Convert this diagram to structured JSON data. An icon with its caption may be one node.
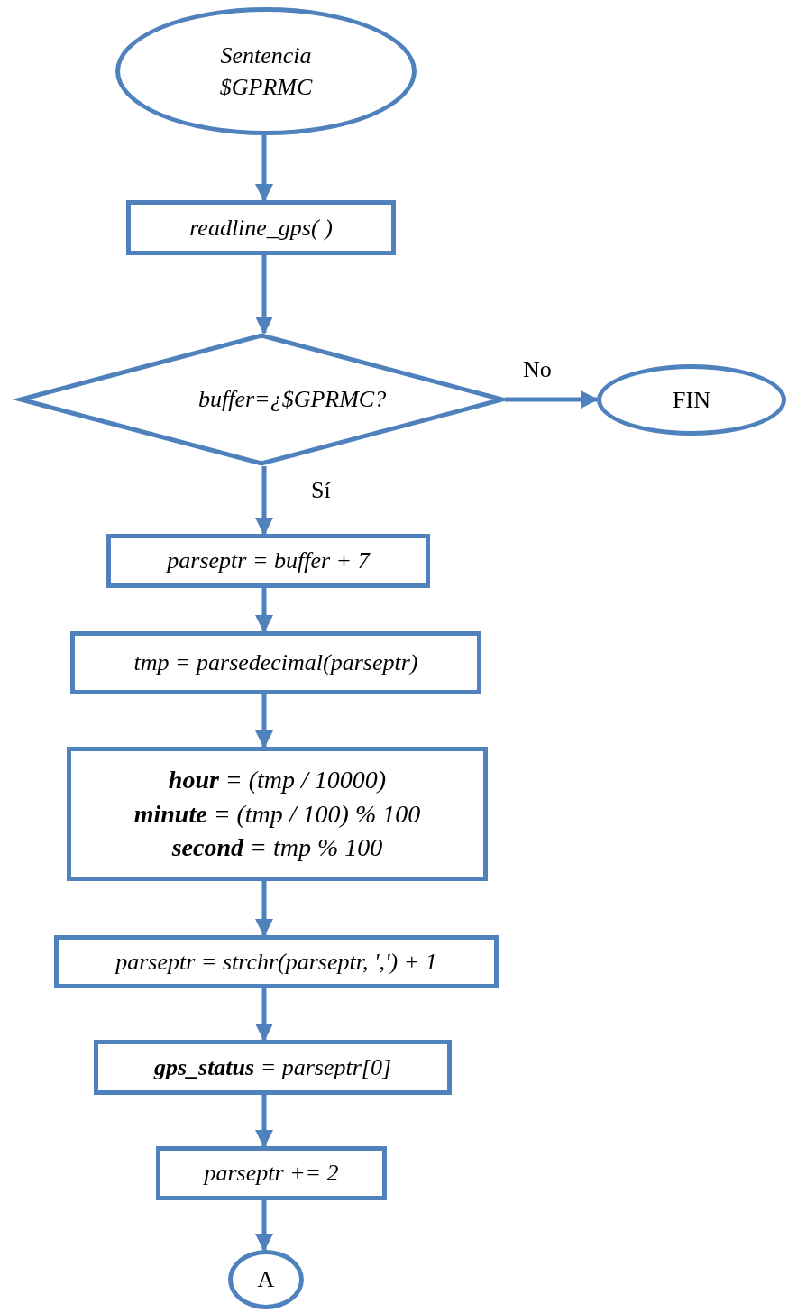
{
  "diagram": {
    "nodes": [
      {
        "text": [
          "Sentencia $GPRMC"
        ]
      },
      {
        "text": [
          "readline_gps( )"
        ]
      },
      {
        "text": [
          "buffer=¿$GPRMC?"
        ]
      },
      {
        "text": [
          "FIN"
        ]
      },
      {
        "text": [
          "parseptr = buffer + 7"
        ]
      },
      {
        "text": [
          "tmp = parsedecimal(parseptr)"
        ]
      },
      {
        "text": [
          "**hour** = (tmp / 10000)",
          "**minute** = (tmp / 100) % 100",
          "**second** = tmp % 100"
        ]
      },
      {
        "text": [
          "parseptr = strchr(parseptr, ',') + 1"
        ]
      },
      {
        "text": [
          "**gps_status** = parseptr[0]"
        ]
      },
      {
        "text": [
          "parseptr += 2"
        ]
      },
      {
        "text": [
          "A"
        ]
      }
    ],
    "edges": [
      {
        "from": 0,
        "to": 1,
        "arrow": "to"
      },
      {
        "from": 1,
        "to": 2,
        "arrow": "to"
      },
      {
        "from": 2,
        "to": 3,
        "arrow": "to",
        "label": "No"
      },
      {
        "from": 2,
        "to": 4,
        "arrow": "to",
        "label": "Sí"
      },
      {
        "from": 4,
        "to": 5,
        "arrow": "to"
      },
      {
        "from": 5,
        "to": 6,
        "arrow": "to"
      },
      {
        "from": 6,
        "to": 7,
        "arrow": "to"
      },
      {
        "from": 7,
        "to": 8,
        "arrow": "to"
      },
      {
        "from": 8,
        "to": 9,
        "arrow": "to"
      },
      {
        "from": 9,
        "to": 10,
        "arrow": "to"
      }
    ]
  }
}
